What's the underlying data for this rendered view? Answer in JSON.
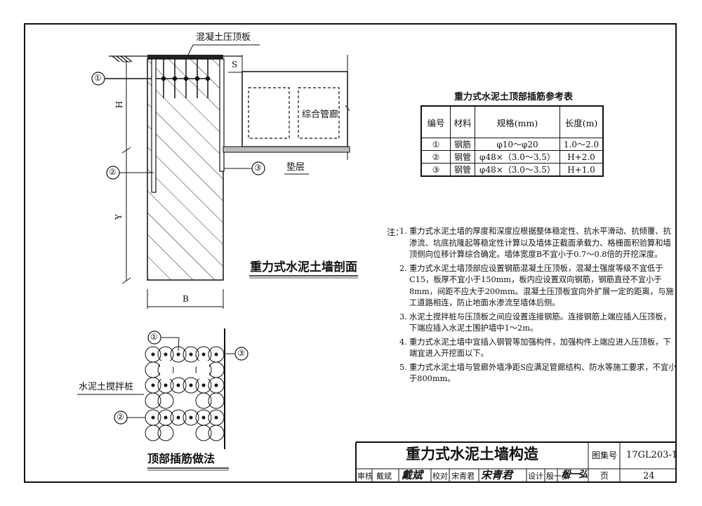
{
  "labels": {
    "top_slab": "混凝土压顶板",
    "dim_s": "S",
    "dim_h": "H",
    "dim_y": "Y",
    "dim_b": "B",
    "corridor": "综合管廊",
    "cushion": "垫层",
    "section_title": "重力式水泥土墙剖面",
    "pile_label": "水泥土搅拌桩",
    "plan_title": "顶部插筋做法",
    "marker_1": "①",
    "marker_2": "②",
    "marker_3": "③"
  },
  "table": {
    "title": "重力式水泥土顶部插筋参考表",
    "headers": [
      "编号",
      "材料",
      "规格(mm)",
      "长度(m)"
    ],
    "rows": [
      [
        "①",
        "钢筋",
        "φ10～φ20",
        "1.0～2.0"
      ],
      [
        "②",
        "钢管",
        "φ48×（3.0～3.5）",
        "H+2.0"
      ],
      [
        "③",
        "钢管",
        "φ48×（3.0～3.5）",
        "H+1.0"
      ]
    ]
  },
  "notes": {
    "label": "注：",
    "items": [
      {
        "num": "1.",
        "text": "重力式水泥土墙的厚度和深度应根据整体稳定性、抗水平滑动、抗倾覆、抗渗流、坑底抗隆起等稳定性计算以及墙体正截面承载力、格栅面积验算和墙顶侧向位移计算综合确定。墙体宽度B不宜小于0.7～0.8倍的开挖深度。"
      },
      {
        "num": "2.",
        "text": "重力式水泥土墙顶部应设置钢筋混凝土压顶板，混凝土强度等级不宜低于C15，板厚不宜小于150mm，板内应设置双向钢筋，钢筋直径不宜小于8mm，间距不应大于200mm。混凝土压顶板宜向外扩展一定的距离，与施工道路相连，防止地面水渗流至墙体后侧。"
      },
      {
        "num": "3.",
        "text": "水泥土搅拌桩与压顶板之间应设置连接钢筋。连接钢筋上端应插入压顶板，下端应插入水泥土围护墙中1～2m。"
      },
      {
        "num": "4.",
        "text": "重力式水泥土墙中宜插入钢管等加强构件，加强构件上端应进入压顶板，下端宜进入开挖面以下。"
      },
      {
        "num": "5.",
        "text": "重力式水泥土墙与管廊外墙净距S应满足管廊结构、防水等施工要求，不宜小于800mm。"
      }
    ]
  },
  "titleblock": {
    "main_title": "重力式水泥土墙构造",
    "atlas_label": "图集号",
    "atlas_no": "17GL203-1",
    "page_label": "页",
    "page_no": "24",
    "review_label": "审核",
    "reviewer": "戴斌",
    "reviewer_sig": "戴斌",
    "check_label": "校对",
    "checker": "宋青君",
    "checker_sig": "宋青君",
    "design_label": "设计",
    "designer": "殷一弘",
    "designer_sig": "殷一弘"
  }
}
